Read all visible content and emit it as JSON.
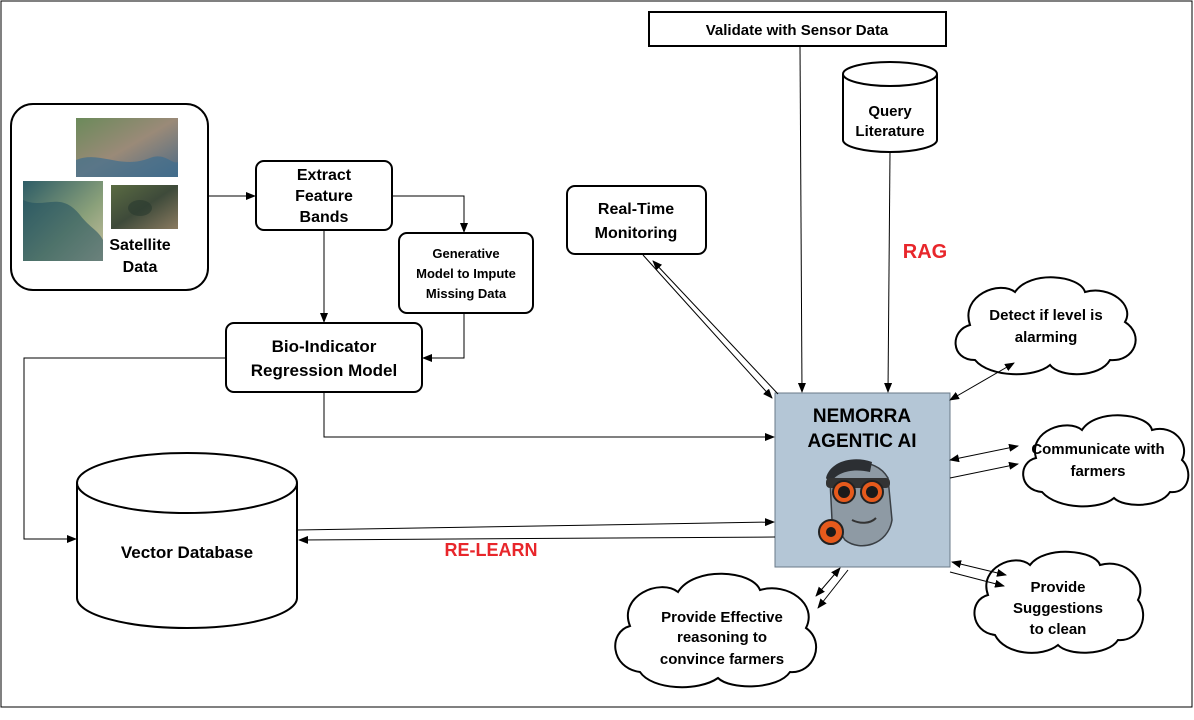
{
  "nodes": {
    "validate": "Validate with Sensor Data",
    "query": [
      "Query",
      "Literature"
    ],
    "satellite": [
      "Satellite",
      "Data"
    ],
    "extract": [
      "Extract",
      "Feature",
      "Bands"
    ],
    "generative": [
      "Generative",
      "Model to Impute",
      "Missing Data"
    ],
    "bio": [
      "Bio-Indicator",
      "Regression Model"
    ],
    "realtime": [
      "Real-Time",
      "Monitoring"
    ],
    "agent": [
      "NEMORRA",
      "AGENTIC AI"
    ],
    "vector_db": "Vector Database",
    "detect": [
      "Detect if level is",
      "alarming"
    ],
    "communicate": [
      "Communicate with",
      "farmers"
    ],
    "suggest": [
      "Provide",
      "Suggestions",
      "to clean"
    ],
    "reasoning": [
      "Provide Effective",
      "reasoning to",
      "convince farmers"
    ]
  },
  "edge_labels": {
    "rag": "RAG",
    "relearn": "RE-LEARN"
  },
  "colors": {
    "agent_fill": "#b4c6d6",
    "highlight_text": "#e8262b"
  },
  "icons": {
    "agent_avatar": "robot-face-goggles-icon"
  }
}
